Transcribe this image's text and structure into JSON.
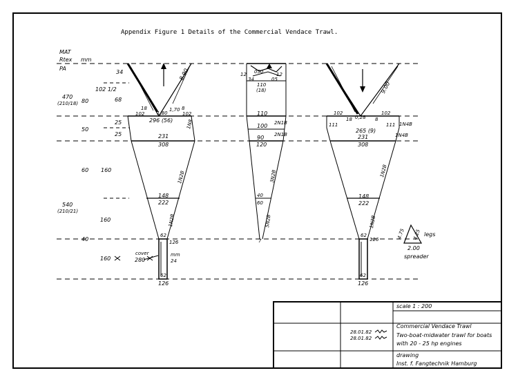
{
  "title": "Appendix  Figure 1  Details of the Commercial Vendace Trawl.",
  "header_labels": {
    "mat": "MAT",
    "rtex": "Rtex",
    "mm": "mm",
    "pa": "PA"
  },
  "left_labels": {
    "n34": "34",
    "n102_12": "102 1/2",
    "n470": "470",
    "n470b": "(210/18)",
    "n80": "80",
    "n68": "68",
    "n25a": "25",
    "n50": "50",
    "n25b": "25",
    "n60": "60",
    "n160a": "160",
    "n540": "540",
    "n540b": "(210/21)",
    "n160b": "160",
    "n40": "40",
    "n160c": "160",
    "cover": "cover",
    "n280": "280",
    "cover_mm": "mm",
    "n24": "24"
  },
  "left_net": {
    "top_seam": "8.90",
    "n18": "18",
    "n102l": "102",
    "n180": "1,80",
    "n170": "1,70",
    "n8": "8",
    "n102r": "102",
    "n296": "296 (56)",
    "n1n8": "1N8",
    "n231": "231",
    "n308": "308",
    "n1n2b_a": "1N2B",
    "n148": "148",
    "n222": "222",
    "n1n2b_b": "1N2B",
    "n62a": "62",
    "n126a": "126",
    "n62b": "62",
    "n126b": "126"
  },
  "center_net": {
    "n12l": "12",
    "n050": "050",
    "n12r": "12",
    "n34": "34",
    "n05": "05",
    "n110a": "110",
    "n18": "(18)",
    "n110b": "110",
    "n100": "100",
    "n2n1b_a": "2N1B",
    "n90": "90",
    "n120": "120",
    "n2n1b_b": "2N1B",
    "n3n2b": "3N2B",
    "n40": "40",
    "n60": "60",
    "n5n2b": "5N2B",
    "n7": "7"
  },
  "right_net": {
    "top_seam": "9.00",
    "n102l": "102",
    "n028": "0,28",
    "n18": "18",
    "n8": "8",
    "n102r": "102",
    "n111l": "111",
    "n111r": "111",
    "n265": "265 (9)",
    "n1n4b_a": "1N4B",
    "n1n4b_b": "1N4B",
    "n231": "231",
    "n308": "308",
    "n1n2b_a": "1N2B",
    "n148": "148",
    "n222": "222",
    "n1n2b_b": "1N2B",
    "n62a": "62",
    "n126a": "126",
    "n62b": "62",
    "n126b": "126"
  },
  "legend": {
    "n475": "4.75",
    "n425": "4.25",
    "legs": "legs",
    "n200": "2.00",
    "spreader": "spreader"
  },
  "title_block": {
    "scale": "scale  1 : 200",
    "date1": "28.01.82",
    "date2": "28.01.82",
    "line1": "Commercial Vendace Trawl",
    "line2": "Two-boat-midwater trawl for boats",
    "line3": "with 20 - 25 hp engines",
    "drawing": "drawing",
    "institute": "Inst. f. Fangtechnik Hamburg"
  }
}
